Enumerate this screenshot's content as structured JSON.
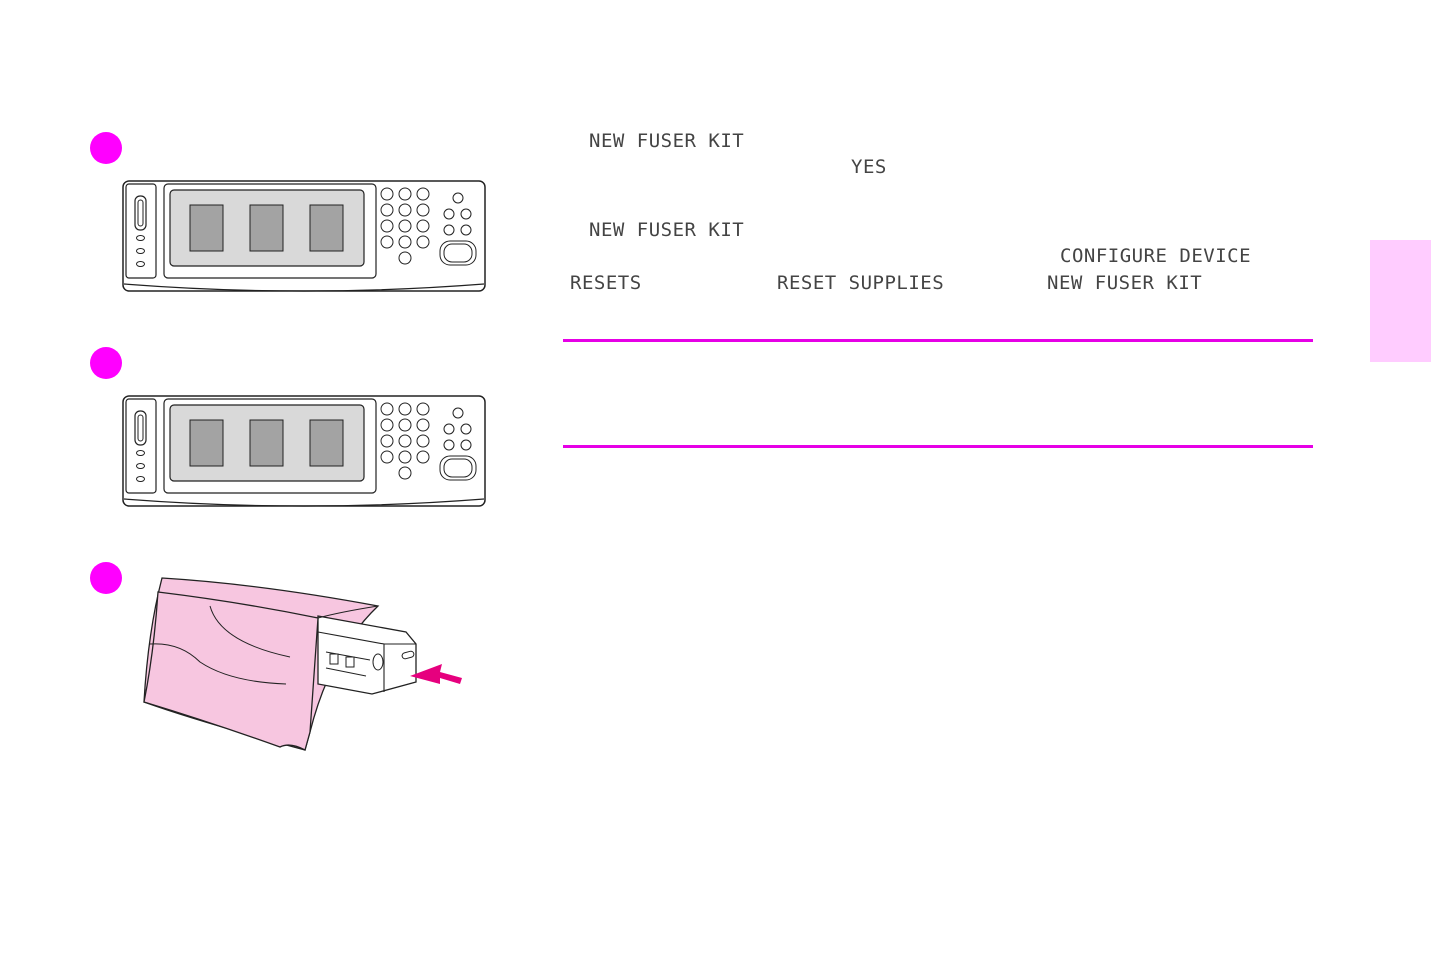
{
  "instructions": {
    "line1": "NEW FUSER KIT",
    "line2": "YES",
    "line3": "NEW FUSER KIT",
    "line4": "CONFIGURE DEVICE",
    "menu_path": [
      "RESETS",
      "RESET SUPPLIES",
      "NEW FUSER KIT"
    ]
  },
  "colors": {
    "accent": "#ff00ff",
    "rule": "#e600e6",
    "tab": "#ffccff",
    "bag": "#f7c6e0"
  },
  "icons": {
    "step1": "control-panel-illustration",
    "step2": "control-panel-illustration",
    "step3": "fuser-in-bag-illustration"
  }
}
